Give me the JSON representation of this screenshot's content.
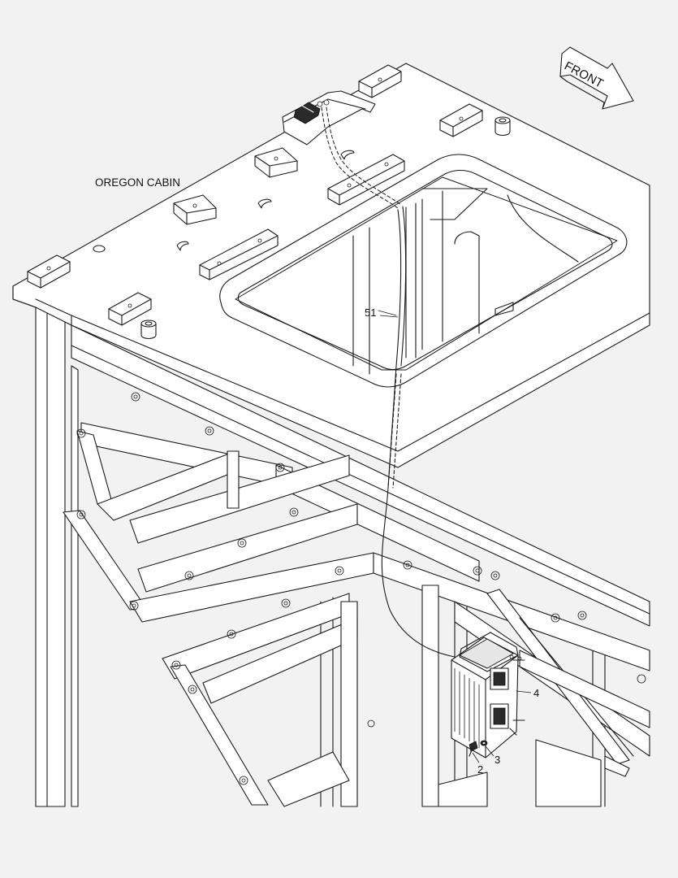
{
  "diagram": {
    "cabin_label": "OREGON CABIN",
    "direction_arrow": {
      "label": "FRONT",
      "icon": "front-arrow-icon"
    },
    "callouts": [
      {
        "id": "51",
        "part": "harness"
      },
      {
        "id": "4",
        "part": "module"
      },
      {
        "id": "2",
        "part": "screw"
      },
      {
        "id": "3",
        "part": "washer"
      }
    ]
  }
}
